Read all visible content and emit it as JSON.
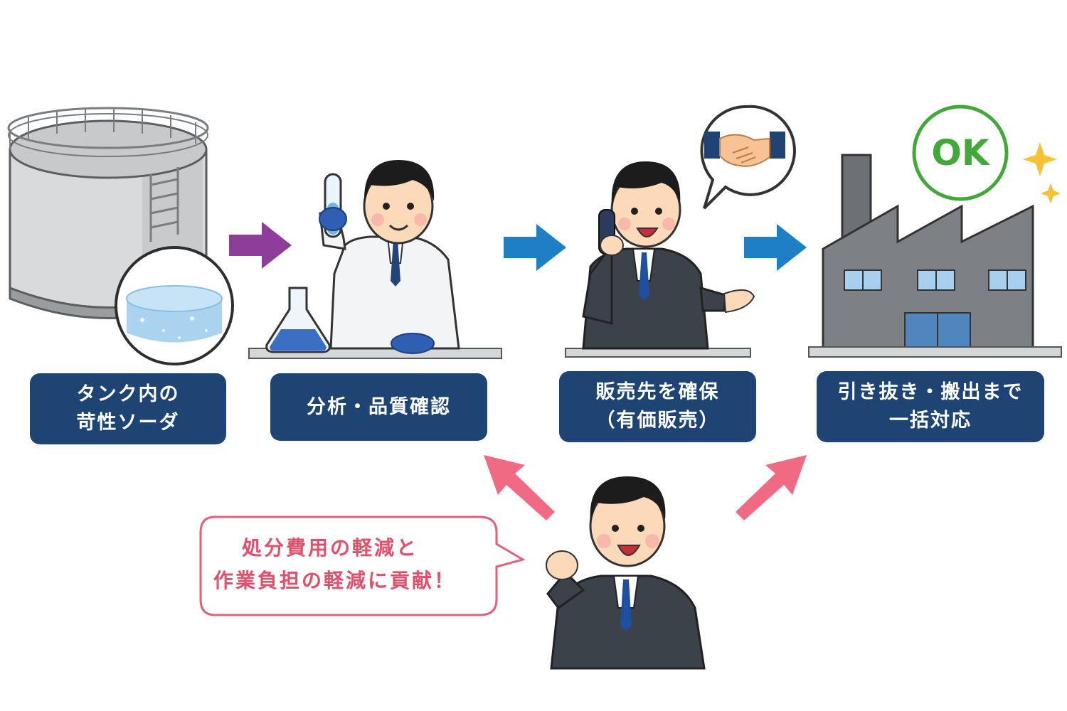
{
  "steps": [
    {
      "line1": "タンク内の",
      "line2": "苛性ソーダ"
    },
    {
      "line1": "分析・品質確認",
      "line2": ""
    },
    {
      "line1": "販売先を確保",
      "line2": "（有価販売）"
    },
    {
      "line1": "引き抜き・搬出まで",
      "line2": "一括対応"
    }
  ],
  "speech": {
    "line1": "処分費用の軽減と",
    "line2": "作業負担の軽減に貢献！"
  },
  "badge": {
    "text": "OK"
  },
  "colors": {
    "label_bg": "#1e4473",
    "arrow_purple": "#8e3d9b",
    "arrow_blue": "#1f7fc4",
    "arrow_pink": "#ef6a82",
    "ok_green": "#43a83a",
    "speech_text": "#e0506a"
  }
}
